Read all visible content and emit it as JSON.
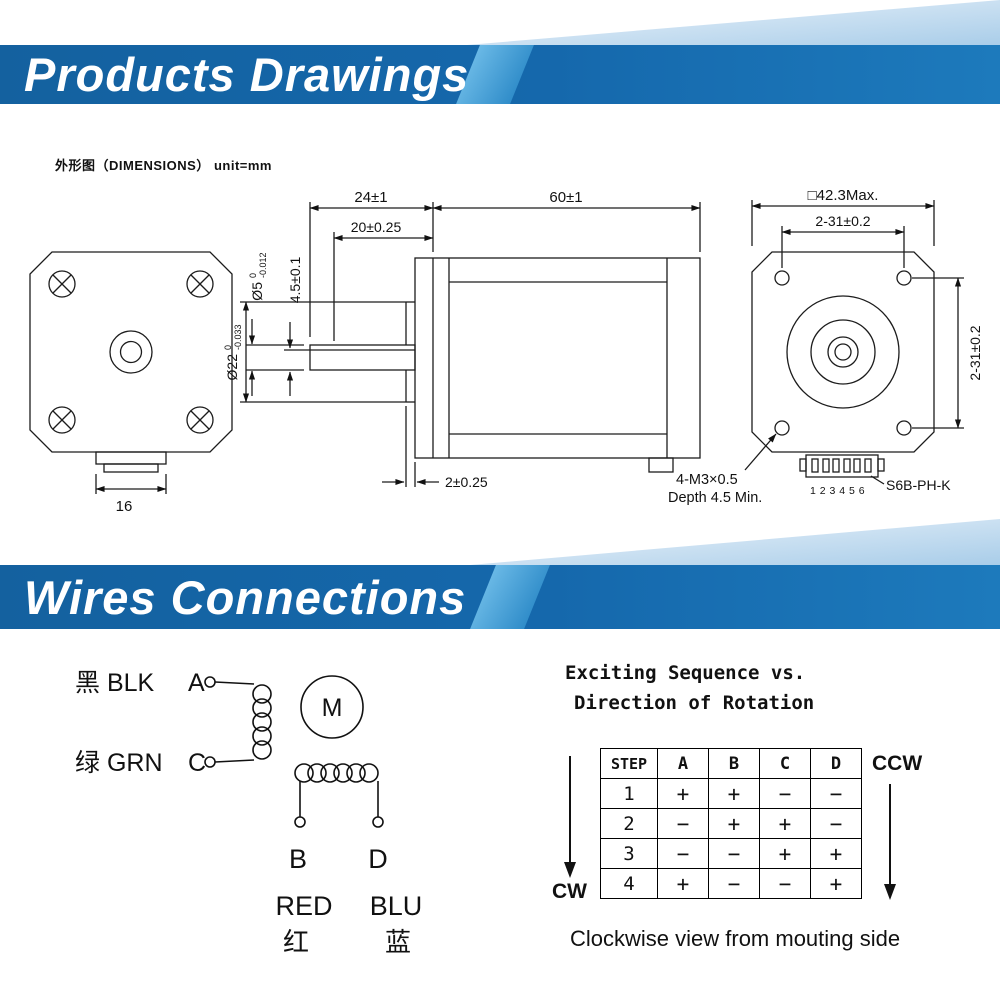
{
  "banners": {
    "products": "Products Drawings",
    "wires": "Wires Connections",
    "colors": {
      "deep_blue": "#1568ac",
      "light_blue": "#1d7abc",
      "stripe": "#55aede",
      "pale": "#cde2f2"
    }
  },
  "dimensions_note": "外形图（DIMENSIONS）  unit=mm",
  "drawing": {
    "front": {
      "connector_width": "16"
    },
    "side": {
      "shaft_len": "24±1",
      "body_len": "60±1",
      "flat_len": "20±0.25",
      "shaft_dia": "Ø5",
      "shaft_dia_tol_upper": "0",
      "shaft_dia_tol_lower": "-0.012",
      "flat_depth": "4.5±0.1",
      "boss_dia": "Ø22",
      "boss_dia_tol_upper": "0",
      "boss_dia_tol_lower": "-0.033",
      "boss_len": "2±0.25",
      "thread_spec": "4-M3×0.5",
      "thread_depth": "Depth 4.5 Min."
    },
    "back": {
      "frame_size": "□42.3Max.",
      "hole_spacing_h": "2-31±0.2",
      "hole_spacing_v": "2-31±0.2",
      "pin_numbers": "1 2 3 4 5 6",
      "connector_model": "S6B-PH-K"
    }
  },
  "wiring": {
    "phase_a": {
      "name": "黑 BLK",
      "terminal": "A"
    },
    "phase_c": {
      "name": "绿 GRN",
      "terminal": "C"
    },
    "motor": "M",
    "terminal_b": "B",
    "terminal_d": "D",
    "red_en": "RED",
    "blu_en": "BLU",
    "red_cn": "红",
    "blu_cn": "蓝"
  },
  "sequence": {
    "title_line1": "Exciting Sequence vs.",
    "title_line2": "Direction of Rotation",
    "ccw_label": "CCW",
    "cw_label": "CW",
    "footnote": "Clockwise view from mouting side",
    "table": {
      "headers": [
        "STEP",
        "A",
        "B",
        "C",
        "D"
      ],
      "rows": [
        [
          "1",
          "+",
          "+",
          "−",
          "−"
        ],
        [
          "2",
          "−",
          "+",
          "+",
          "−"
        ],
        [
          "3",
          "−",
          "−",
          "+",
          "+"
        ],
        [
          "4",
          "+",
          "−",
          "−",
          "+"
        ]
      ]
    }
  }
}
